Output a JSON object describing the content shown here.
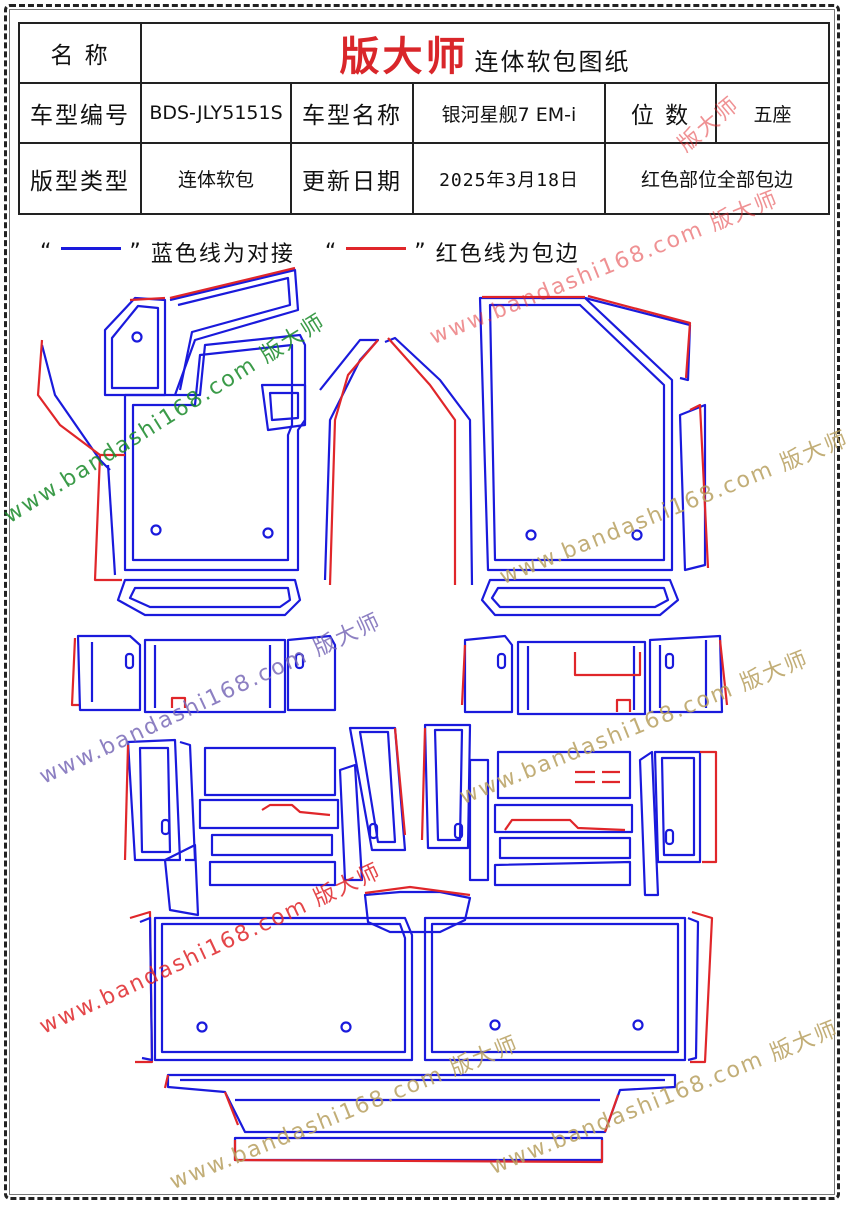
{
  "header": {
    "name_label": "名 称",
    "brand": "版大师",
    "title_suffix": "连体软包图纸",
    "model_code_label": "车型编号",
    "model_code": "BDS-JLY5151S",
    "model_name_label": "车型名称",
    "model_name": "银河星舰7 EM-i",
    "seats_label": "位 数",
    "seats": "五座",
    "pattern_type_label": "版型类型",
    "pattern_type": "连体软包",
    "update_label": "更新日期",
    "update_date": "2025年3月18日",
    "note": "红色部位全部包边"
  },
  "legend": {
    "blue_open": "“",
    "blue_close": "”",
    "blue_text": "蓝色线为对接",
    "red_open": "“",
    "red_close": "”",
    "red_text": "红色线为包边"
  },
  "colors": {
    "seam_blue": "#1a1adc",
    "edge_red": "#e0262a",
    "watermark_green": "#1a8a2a",
    "watermark_red": "#e0262a",
    "watermark_tan": "#b8a060",
    "watermark_purple": "#7a6ab8"
  },
  "watermarks": [
    "www.bandashi168.com 版大师",
    "www.bandashi168.com 版大师",
    "www.bandashi168.com 版大师",
    "www.bandashi168.com 版大师",
    "www.bandashi168.com 版大师",
    "www.bandashi168.com 版大师",
    "www.bandashi168.com 版大师",
    "www.bandashi168.com 版大师",
    "版大师"
  ]
}
